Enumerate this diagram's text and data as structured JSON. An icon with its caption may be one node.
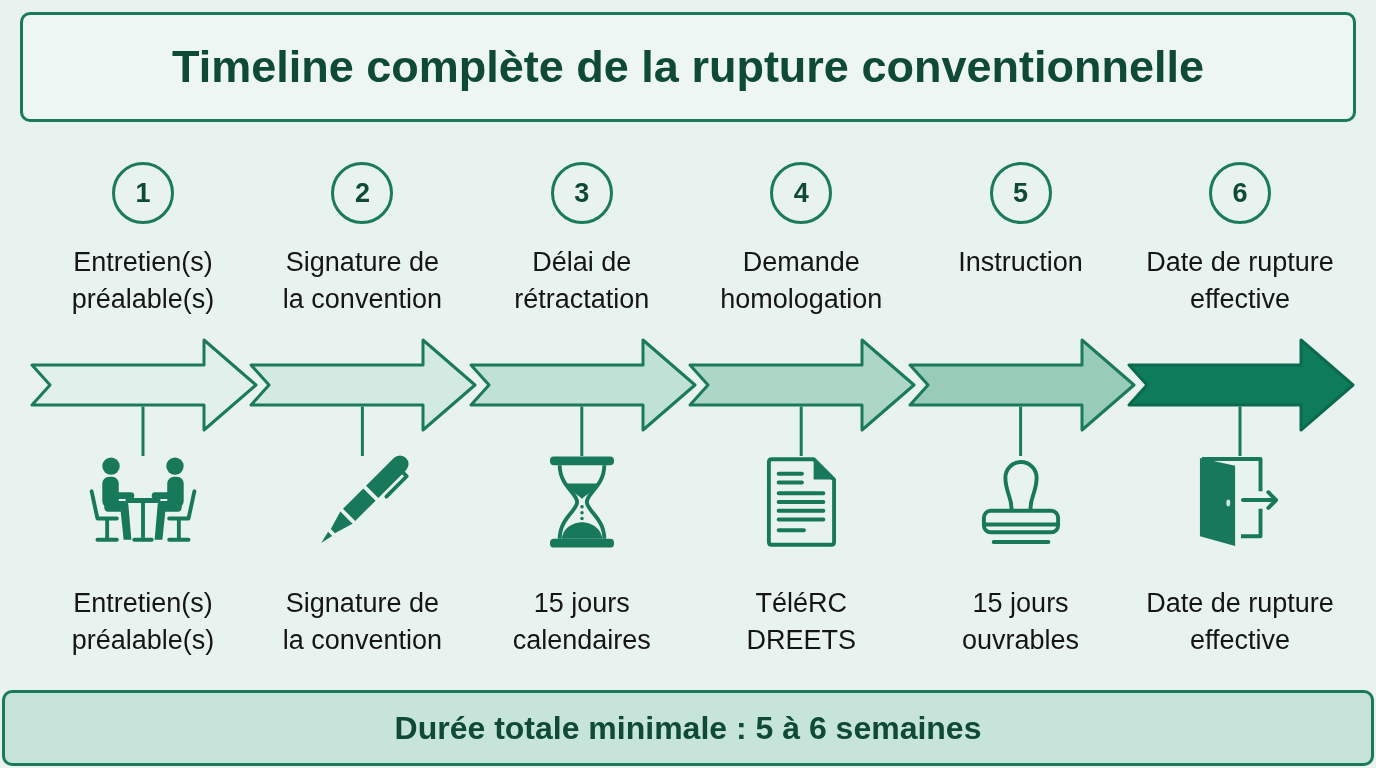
{
  "diagram": {
    "title": "Timeline complète de la rupture conventionnelle",
    "nodes": [
      {
        "text": [
          "1"
        ],
        "beside": [
          "Entretien(s) préalable(s)"
        ]
      },
      {
        "text": [
          "2"
        ],
        "beside": [
          "Signature de la convention"
        ]
      },
      {
        "text": [
          "3"
        ],
        "beside": [
          "Délai de rétractation"
        ]
      },
      {
        "text": [
          "4"
        ],
        "beside": [
          "Demande homologation"
        ]
      },
      {
        "text": [
          "5"
        ],
        "beside": [
          "Instruction"
        ]
      },
      {
        "text": [
          "6"
        ],
        "beside": [
          "Date de rupture effective"
        ]
      },
      {
        "text": [],
        "shape": "arrow"
      },
      {
        "text": [],
        "shape": "arrow"
      },
      {
        "text": [],
        "shape": "arrow"
      },
      {
        "text": [],
        "shape": "arrow"
      },
      {
        "text": [],
        "shape": "arrow"
      },
      {
        "text": [],
        "shape": "arrow"
      },
      {
        "text": [],
        "shape": "picture",
        "beside": [
          "Entretien(s) préalable(s)"
        ]
      },
      {
        "text": [],
        "shape": "picture",
        "beside": [
          "Signature de la convention"
        ]
      },
      {
        "text": [],
        "shape": "picture",
        "beside": [
          "15 jours calendaires"
        ]
      },
      {
        "text": [],
        "shape": "picture",
        "beside": [
          "TéléRC DREETS"
        ]
      },
      {
        "text": [],
        "shape": "picture",
        "beside": [
          "15 jours ouvrables"
        ]
      },
      {
        "text": [],
        "shape": "picture",
        "beside": [
          "Date de rupture effective"
        ]
      },
      {
        "text": [
          "Durée totale minimale : 5 à 6 semaines"
        ]
      }
    ],
    "edges": [
      {
        "from": 6,
        "to": 12,
        "arrow": "none"
      },
      {
        "from": 7,
        "to": 13,
        "arrow": "none"
      },
      {
        "from": 8,
        "to": 14,
        "arrow": "none"
      },
      {
        "from": 9,
        "to": 15,
        "arrow": "none"
      },
      {
        "from": 10,
        "to": 16,
        "arrow": "none"
      },
      {
        "from": 11,
        "to": 17,
        "arrow": "none"
      }
    ]
  }
}
